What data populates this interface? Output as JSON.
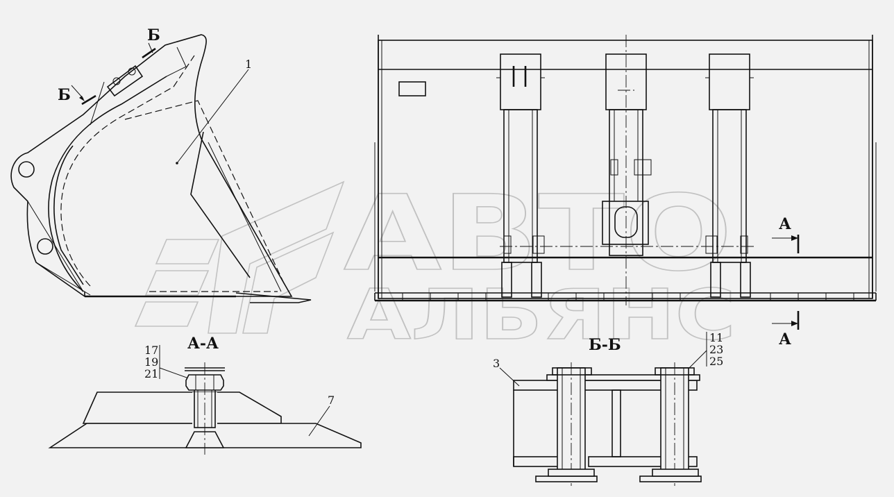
{
  "watermark": {
    "line1": "АВТО",
    "line2": "АЛЬЯНС"
  },
  "labels": {
    "section_a": "А-А",
    "section_b": "Б-Б",
    "cut_a_top": "А",
    "cut_a_bottom": "А",
    "cut_b_top": "Б",
    "cut_b_left": "Б"
  },
  "callouts": {
    "part_1": "1",
    "part_3": "3",
    "part_7": "7",
    "stack_aa": [
      "17",
      "19",
      "21"
    ],
    "stack_bb": [
      "11",
      "23",
      "25"
    ]
  }
}
